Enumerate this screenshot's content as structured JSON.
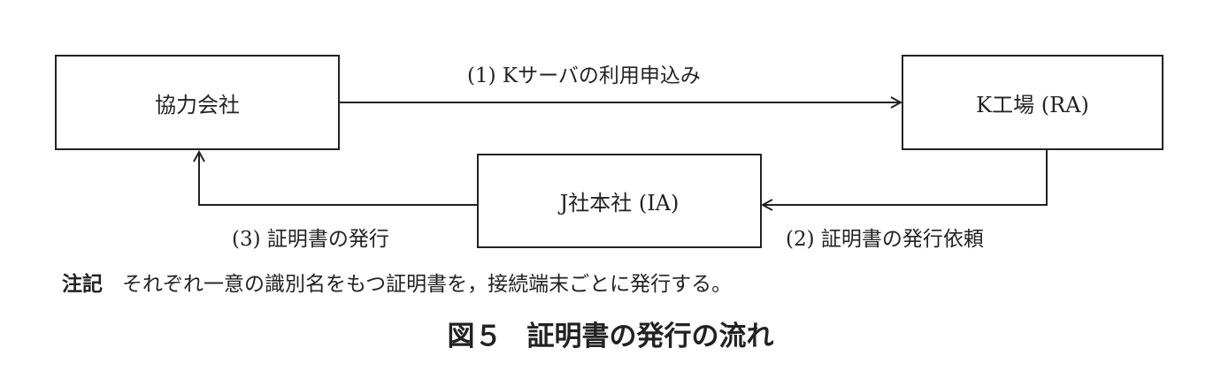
{
  "nodes": {
    "partner": "協力会社",
    "factory": "K工場 (RA)",
    "hq": "J社本社 (IA)"
  },
  "edges": {
    "step1": "(1) Kサーバの利用申込み",
    "step2": "(2)  証明書の発行依頼",
    "step3": "(3)  証明書の発行"
  },
  "note": {
    "label": "注記",
    "text": "それぞれ一意の識別名をもつ証明書を，接続端末ごとに発行する。"
  },
  "caption": {
    "number": "図５",
    "title": "証明書の発行の流れ"
  }
}
